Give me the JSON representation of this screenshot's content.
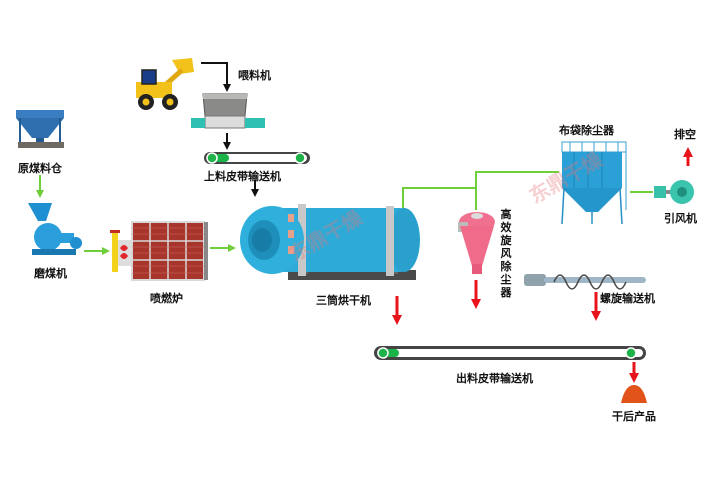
{
  "diagram": {
    "type": "process-flow",
    "title": "煤炭烘干生产线工艺流程"
  },
  "nodes": {
    "raw_coal_bin": {
      "label": "原煤料仓"
    },
    "coal_mill": {
      "label": "磨煤机"
    },
    "burner_furnace": {
      "label": "喷燃炉"
    },
    "loader": {
      "label": ""
    },
    "feeder": {
      "label": "喂料机"
    },
    "feed_belt_conveyor": {
      "label": "上料皮带输送机"
    },
    "triple_drum_dryer": {
      "label": "三筒烘干机"
    },
    "cyclone_dust_collector": {
      "label": "高效旋风除尘器"
    },
    "bag_dust_collector": {
      "label": "布袋除尘器"
    },
    "induced_draft_fan": {
      "label": "引风机"
    },
    "exhaust": {
      "label": "排空"
    },
    "screw_conveyor": {
      "label": "螺旋输送机"
    },
    "discharge_belt_conveyor": {
      "label": "出料皮带输送机"
    },
    "dried_product": {
      "label": "干后产品"
    }
  },
  "watermark": {
    "text": "东鼎干燥"
  },
  "colors": {
    "flow_green": "#6fcf3a",
    "flow_red": "#e8141b",
    "flow_black": "#111111",
    "equipment_blue": "#2aa6d6",
    "cyclone_pink": "#f06a8a",
    "brick_red": "#a8352c",
    "product_orange": "#e2531a"
  },
  "edges": [
    {
      "from": "raw_coal_bin",
      "to": "coal_mill",
      "color": "green"
    },
    {
      "from": "coal_mill",
      "to": "burner_furnace",
      "color": "green"
    },
    {
      "from": "burner_furnace",
      "to": "triple_drum_dryer",
      "color": "green"
    },
    {
      "from": "loader",
      "to": "feeder",
      "color": "black"
    },
    {
      "from": "feeder",
      "to": "feed_belt_conveyor",
      "color": "black"
    },
    {
      "from": "feed_belt_conveyor",
      "to": "triple_drum_dryer",
      "color": "black"
    },
    {
      "from": "triple_drum_dryer",
      "to": "cyclone_dust_collector",
      "color": "green"
    },
    {
      "from": "triple_drum_dryer",
      "to": "bag_dust_collector",
      "color": "green"
    },
    {
      "from": "bag_dust_collector",
      "to": "induced_draft_fan",
      "color": "green"
    },
    {
      "from": "induced_draft_fan",
      "to": "exhaust",
      "color": "red"
    },
    {
      "from": "triple_drum_dryer",
      "to": "discharge_belt_conveyor",
      "color": "red"
    },
    {
      "from": "cyclone_dust_collector",
      "to": "discharge_belt_conveyor",
      "color": "red"
    },
    {
      "from": "screw_conveyor",
      "to": "discharge_belt_conveyor",
      "color": "red"
    },
    {
      "from": "discharge_belt_conveyor",
      "to": "dried_product",
      "color": "red"
    }
  ]
}
